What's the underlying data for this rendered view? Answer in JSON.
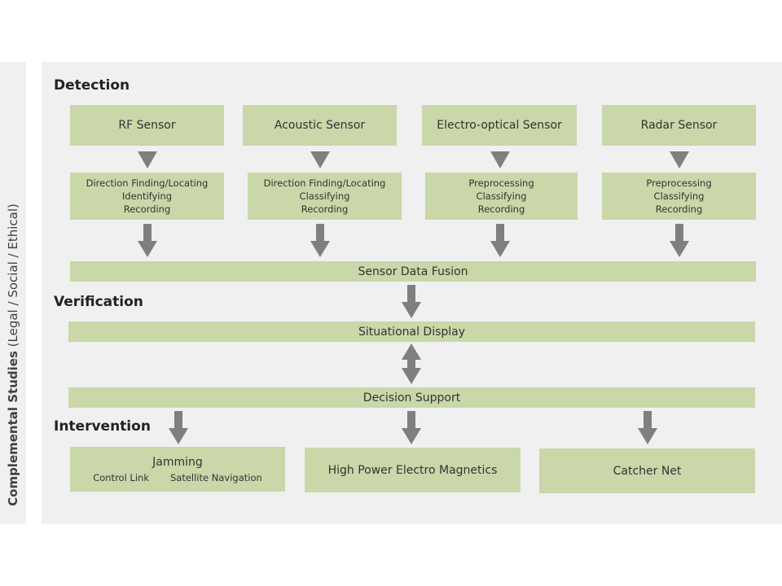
{
  "side_label": {
    "bold": "Complemental Studies",
    "light": " (Legal / Social / Ethical)"
  },
  "sections": {
    "detection": "Detection",
    "verification": "Verification",
    "intervention": "Intervention"
  },
  "sensors": [
    {
      "name": "RF Sensor",
      "functions": [
        "Direction Finding/Locating",
        "Identifying",
        "Recording"
      ]
    },
    {
      "name": "Acoustic Sensor",
      "functions": [
        "Direction Finding/Locating",
        "Classifying",
        "Recording"
      ]
    },
    {
      "name": "Electro-optical Sensor",
      "functions": [
        "Preprocessing",
        "Classifying",
        "Recording"
      ]
    },
    {
      "name": "Radar Sensor",
      "functions": [
        "Preprocessing",
        "Classifying",
        "Recording"
      ]
    }
  ],
  "fusion": "Sensor Data Fusion",
  "display": "Situational Display",
  "decision": "Decision Support",
  "interventions": {
    "jamming": {
      "title": "Jamming",
      "subs": [
        "Control Link",
        "Satellite Navigation"
      ]
    },
    "hpem": "High Power Electro Magnetics",
    "net": "Catcher Net"
  },
  "colors": {
    "box_fill": "#c9d7a9",
    "arrow_fill": "#7f7f7f",
    "panel_bg": "#f0f0f0"
  },
  "icons": {
    "triangle": "down-triangle-icon",
    "arrow_down": "down-arrow-icon",
    "arrow_both": "bidirectional-arrow-icon"
  }
}
